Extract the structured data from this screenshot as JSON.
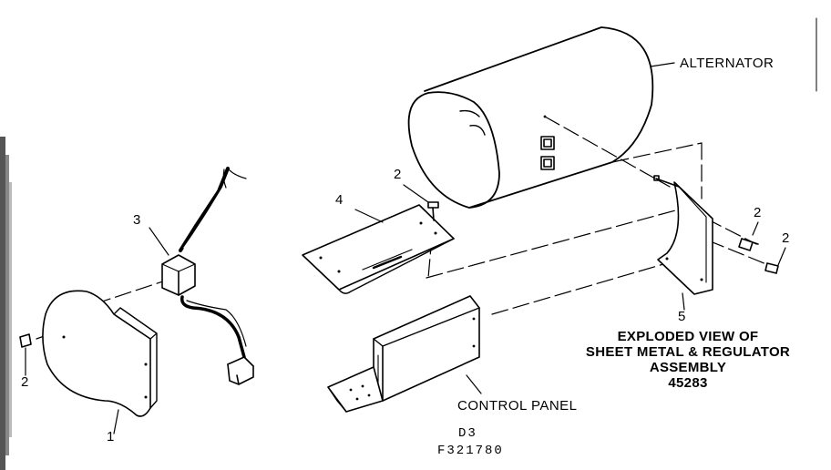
{
  "colors": {
    "ink": "#000000",
    "paper": "#ffffff"
  },
  "labels": {
    "alternator": "ALTERNATOR",
    "control_panel": "CONTROL PANEL",
    "part_1": "1",
    "part_2_cover_screw": "2",
    "part_2_bracket_screw": "2",
    "part_2_right_upper": "2",
    "part_2_right_lower": "2",
    "part_3": "3",
    "part_4": "4",
    "part_5": "5"
  },
  "caption": {
    "line1": "EXPLODED VIEW OF",
    "line2": "SHEET METAL & REGULATOR",
    "line3": "ASSEMBLY",
    "line4": "45283"
  },
  "codes": {
    "drawing_code": "D3",
    "drawing_number": "F321780"
  }
}
